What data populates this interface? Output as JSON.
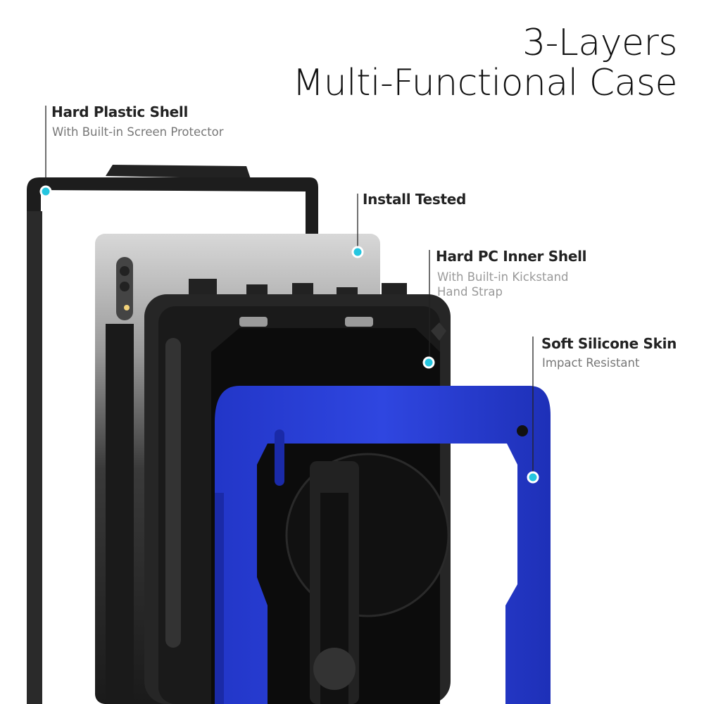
{
  "headline": {
    "line1": "3-Layers",
    "line2": "Multi-Functional Case"
  },
  "callouts": [
    {
      "title": "Hard Plastic Shell",
      "subtitle": "With Built-in Screen Protector"
    },
    {
      "title": "Install Tested"
    },
    {
      "title": "Hard PC Inner Shell",
      "subtitle_line1": "With Built-in Kickstand",
      "subtitle_line2": "Hand Strap"
    },
    {
      "title": "Soft Silicone Skin",
      "subtitle": "Impact Resistant"
    }
  ],
  "colors": {
    "accent_dot": "#25c6e0",
    "silicone_blue": "#2b3fd8",
    "shell_black": "#1c1c1c"
  }
}
